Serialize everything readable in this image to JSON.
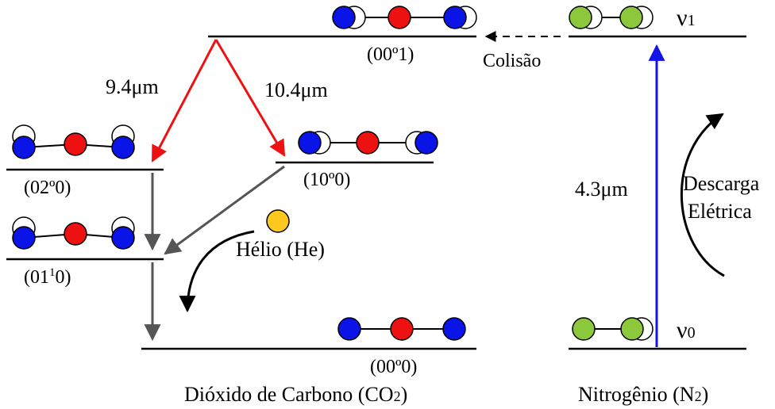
{
  "colors": {
    "oxygen": "#0a14e6",
    "carbon": "#ee1111",
    "nitrogen": "#8cc83c",
    "helium": "#ffc81e",
    "emission_arrow": "#ee1111",
    "relaxation_arrow": "#555555",
    "pump_arrow": "#1414e6"
  },
  "levels": {
    "co2_0001": "(00º1)",
    "co2_0200": "(02º0)",
    "co2_1000": "(10º0)",
    "co2_0110_base": "(01",
    "co2_0110_sup": "1",
    "co2_0110_end": "0)",
    "co2_0000": "(00º0)",
    "n2_v1_symbol": "ν",
    "n2_v1_index": "1",
    "n2_v0_symbol": "ν",
    "n2_v0_index": "0"
  },
  "transitions": {
    "laser_94": "9.4μm",
    "laser_104": "10.4μm",
    "n2_pump": "4.3μm",
    "collision": "Colisão"
  },
  "labels": {
    "helium": "Hélio (He)",
    "discharge_line1": "Descarga",
    "discharge_line2": "Elétrica",
    "co2_title_main": "Dióxido de Carbono (CO",
    "co2_title_sub": "2",
    "co2_title_end": ")",
    "n2_title_main": "Nitrogênio (N",
    "n2_title_sub": "2",
    "n2_title_end": ")"
  }
}
